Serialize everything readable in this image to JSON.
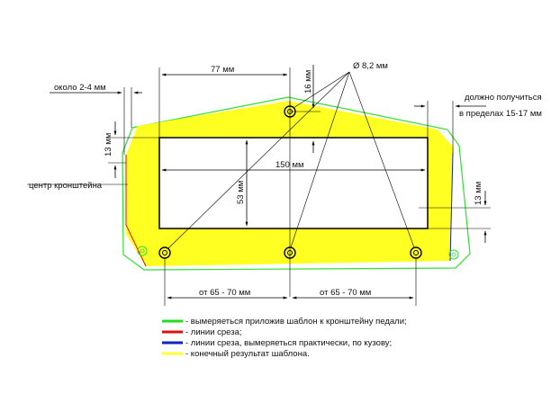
{
  "diagram": {
    "dims": {
      "w77": "77 мм",
      "h16": "16 мм",
      "hole_diameter": "Ø 8,2 мм",
      "about_2_4": "около 2-4 мм",
      "must_get_line1": "должно получиться",
      "must_get_line2": "в пределах 15-17 мм",
      "h13_left": "13 мм",
      "w150": "150 мм",
      "h53": "53 мм",
      "h13_right": "13 мм",
      "bracket_center": "центр кронштейна",
      "span_left": "от 65 - 70 мм",
      "span_right": "от 65 - 70 мм"
    },
    "legend": [
      {
        "color": "#22dd22",
        "text": "- вымеряеться приложив шаблон к кронштейну педали;"
      },
      {
        "color": "#dd1111",
        "text": "- линии среза;"
      },
      {
        "color": "#1122cc",
        "text": "- линии среза, вымеряеться практически, по кузову;"
      },
      {
        "color": "#ffff33",
        "text": "- конечный результат шаблона."
      }
    ]
  }
}
